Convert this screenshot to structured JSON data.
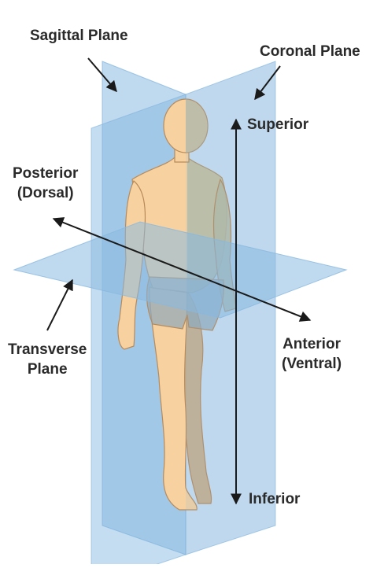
{
  "labels": {
    "sagittal": "Sagittal Plane",
    "coronal": "Coronal Plane",
    "superior": "Superior",
    "posterior": [
      "Posterior",
      "(Dorsal)"
    ],
    "anterior": [
      "Anterior",
      "(Ventral)"
    ],
    "transverse": [
      "Transverse",
      "Plane"
    ],
    "inferior": "Inferior"
  },
  "colors": {
    "plane_fill": "#7fb3de",
    "skin": "#f7d2a0",
    "skin_shadow": "#e8ba82",
    "outline": "#b88a5a",
    "arrow": "#1a1a1a",
    "text": "#2a2a2a"
  }
}
